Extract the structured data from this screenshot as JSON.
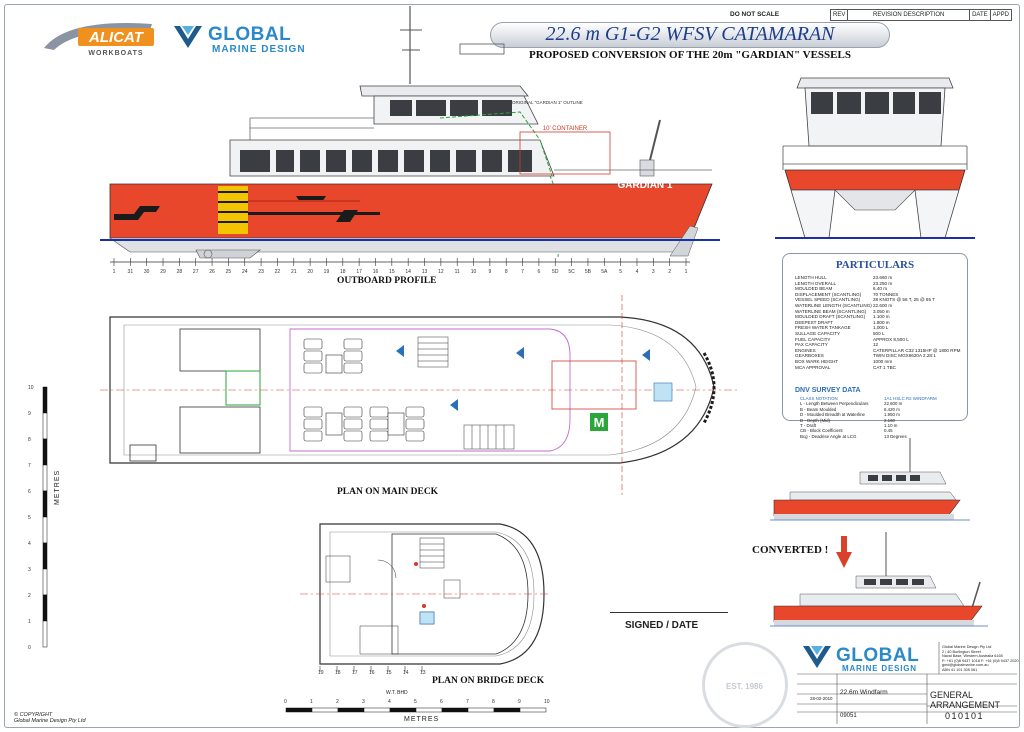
{
  "header": {
    "alicat_logo": "ALICAT",
    "alicat_sub": "WORKBOATS",
    "gmd_logo": "GLOBAL",
    "gmd_sub": "MARINE DESIGN",
    "title": "22.6 m G1-G2 WFSV CATAMARAN",
    "subtitle": "PROPOSED CONVERSION OF THE 20m \"GARDIAN\" VESSELS",
    "do_not_scale": "DO NOT SCALE",
    "rev_table": [
      "REV",
      "REVISION DESCRIPTION",
      "DATE",
      "APPD"
    ]
  },
  "views": {
    "outboard_profile": "OUTBOARD PROFILE",
    "plan_main_deck": "PLAN ON MAIN DECK",
    "plan_bridge_deck": "PLAN ON BRIDGE DECK",
    "hull_name": "GARDIAN 1",
    "container_label": "10' CONTAINER",
    "original_outline": "ORIGINAL \"GARDIAN 1\" OUTLINE",
    "frame_numbers": [
      "1",
      "31",
      "30",
      "29",
      "28",
      "27",
      "26",
      "25",
      "24",
      "23",
      "22",
      "21",
      "20",
      "19",
      "18",
      "17",
      "16",
      "15",
      "14",
      "13",
      "12",
      "11",
      "10",
      "9",
      "8",
      "7",
      "6",
      "5D",
      "5C",
      "5B",
      "5A",
      "5",
      "4",
      "3",
      "2",
      "1"
    ],
    "bridge_frames": [
      "19",
      "18",
      "17",
      "16",
      "15",
      "14",
      "13"
    ],
    "wt_bhd": "W.T. BHD",
    "metres": "METRES",
    "scale_ticks": [
      "0",
      "1",
      "2",
      "3",
      "4",
      "5",
      "6",
      "7",
      "8",
      "9",
      "10"
    ],
    "scale_v_ticks": [
      "10",
      "9",
      "8",
      "7",
      "6",
      "5",
      "4",
      "3",
      "2",
      "1",
      "0"
    ]
  },
  "particulars": {
    "title": "PARTICULARS",
    "rows": [
      {
        "k": "LENGTH HULL",
        "v": "23.660 m"
      },
      {
        "k": "LENGTH OVERALL",
        "v": "23.250 m"
      },
      {
        "k": "MOULDED BEAM",
        "v": "6.40 m"
      },
      {
        "k": "DISPLACEMENT (SCANTLING)",
        "v": "70 TONNES"
      },
      {
        "k": "VESSEL SPEED (SCANTLING)",
        "v": "28 KNOTS @ 56 T, 25 @ 65 T"
      },
      {
        "k": "WATERLINE LENGTH (SCANTLING)",
        "v": "22.600 m"
      },
      {
        "k": "WATERLINE BEAM (SCANTLING)",
        "v": "3.050 m"
      },
      {
        "k": "MOULDED DRAFT (SCANTLING)",
        "v": "1.100 m"
      },
      {
        "k": "DEEPEST DRAFT",
        "v": "1.800 m"
      },
      {
        "k": "FRESH WATER TANKAGE",
        "v": "1,000 L"
      },
      {
        "k": "SULLAGE CAPACITY",
        "v": "500 L"
      },
      {
        "k": "FUEL CAPACITY",
        "v": "APPROX 8,500 L"
      },
      {
        "k": "PAX CAPACITY",
        "v": "12"
      },
      {
        "k": "ENGINES",
        "v": "CATERPILLAR C32 1315HP @ 1800 RPM"
      },
      {
        "k": "GEARBOXES",
        "v": "TWIN DISC MGX6620A 2.28:1"
      },
      {
        "k": "BOX WARK HEIGHT",
        "v": "1000 mm"
      },
      {
        "k": "MCA APPROVAL",
        "v": "CAT 1 TBC"
      }
    ],
    "dnv_title": "DNV SURVEY DATA",
    "dnv_header": [
      "CLASS NOTATION",
      "1A1 HSLC R2 WINDFARM"
    ],
    "dnv_rows": [
      {
        "k": "L - Length Between Perpendiculars",
        "v": "22.600 m"
      },
      {
        "k": "B - Beam Moulded",
        "v": "6.420 m"
      },
      {
        "k": "D - Moulded Breadth at Waterline",
        "v": "1.950 m"
      },
      {
        "k": "D - Depth (Mid)",
        "v": "2.160"
      },
      {
        "k": "T - Draft",
        "v": "1.10 m"
      },
      {
        "k": "CB - Block Coefficient",
        "v": "0.45"
      },
      {
        "k": "Bcg - Deadrise Angle at LCG",
        "v": "13 Degrees"
      }
    ]
  },
  "misc": {
    "converted": "CONVERTED !",
    "signed": "SIGNED / DATE",
    "copyright_1": "© COPYRIGHT",
    "copyright_2": "Global Marine Design Pty Ltd",
    "stamp": "EST. 1986"
  },
  "title_block": {
    "logo": "GLOBAL",
    "logo_sub": "MARINE DESIGN",
    "address": [
      "Global Marine Design Pty Ltd",
      "2 / 40 Burlington Street",
      "Naval Base, Western Australia 6165",
      "P: +61 (0)8 9437 1018 F: +61 (0)8 9437 2020",
      "gmd@globalmarine.com.au",
      "ABN 41 101 305 061"
    ],
    "client": "22.6m Windfarm",
    "title_line1": "GENERAL",
    "title_line2": "ARRANGEMENT",
    "drawing_no": "010101",
    "design_no": "09051",
    "date": "28-02-2010"
  },
  "colors": {
    "hull_red": "#e8472b",
    "title_blue": "#1d3e8a",
    "gmd_blue": "#2b89c8",
    "waterline": "#1a2fa8",
    "deck_pink": "#c46ec8",
    "centerline_red": "#d23a2a",
    "marker_green": "#2aa63a"
  }
}
